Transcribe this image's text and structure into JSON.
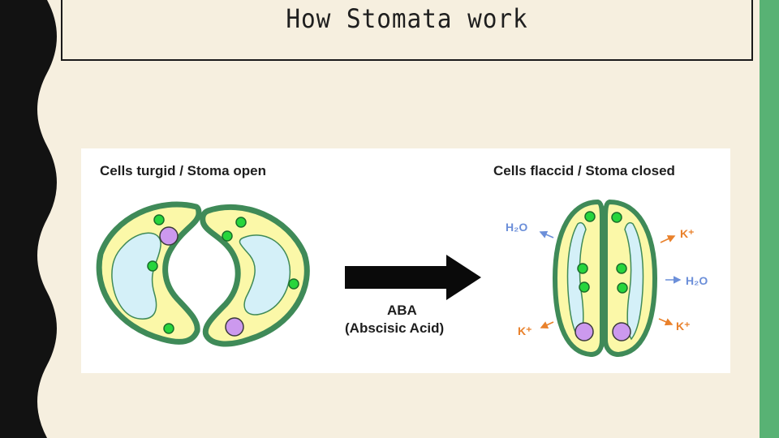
{
  "title": "How Stomata work",
  "diagram": {
    "left_caption": "Cells turgid / Stoma open",
    "right_caption": "Cells flaccid / Stoma closed",
    "arrow_label_1": "ABA",
    "arrow_label_2": "(Abscisic Acid)",
    "ions": {
      "water_top_left": "H₂O",
      "potassium_top_right": "K⁺",
      "water_mid_right": "H₂O",
      "potassium_bottom_left": "K⁺",
      "potassium_bottom_right": "K⁺"
    }
  },
  "colors": {
    "background": "#f6efdf",
    "accent_bar": "#58b274",
    "cell_wall": "#3f8a58",
    "cytoplasm": "#fbf8a8",
    "vacuole": "#d4f0f8",
    "chloroplast": "#27d53c",
    "nucleus": "#cc99ee",
    "water_arrow": "#6c8fd9",
    "potassium_arrow": "#e9812b"
  }
}
